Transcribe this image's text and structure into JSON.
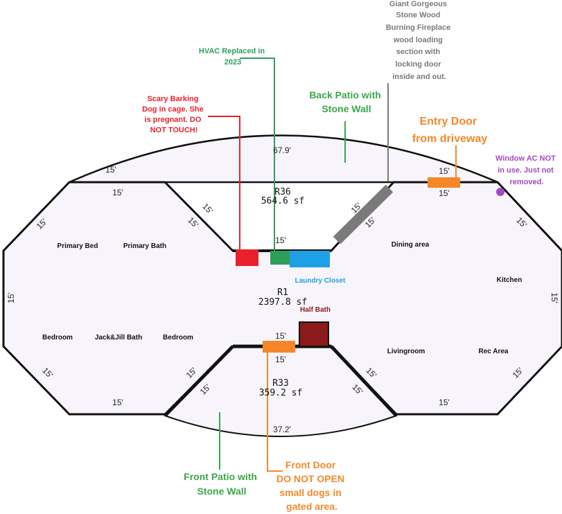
{
  "colors": {
    "red": "#e8202a",
    "hvac_green": "#2e9e5b",
    "blue": "#1ea0e6",
    "gray": "#7a7a7a",
    "orange": "#f5872a",
    "purple": "#a24bbf",
    "maroon": "#8b1a1a",
    "patio_green": "#3aa64a"
  },
  "rooms": {
    "r36": {
      "code": "R36",
      "area": "564.6 sf"
    },
    "r1": {
      "code": "R1",
      "area": "2397.8 sf"
    },
    "r33": {
      "code": "R33",
      "area": "359.2 sf"
    }
  },
  "dimensions": {
    "back_arc": "67.9'",
    "front_arc": "37.2'",
    "segment": "15'"
  },
  "room_labels": {
    "primary_bed": "Primary Bed",
    "primary_bath": "Primary Bath",
    "bedroom_left": "Bedroom",
    "jack_jill_bath": "Jack&Jill Bath",
    "bedroom_right": "Bedroom",
    "dining_area": "Dining area",
    "kitchen": "Kitchen",
    "livingroom": "Livingroom",
    "rec_area": "Rec Area",
    "laundry_closet": "Laundry Closet",
    "half_bath": "Half Bath"
  },
  "annotations": {
    "fireplace": [
      "Giant Gorgeous",
      "Stone Wood",
      "Burning Fireplace",
      "wood loading",
      "section with",
      "locking door",
      "inside and out."
    ],
    "hvac": [
      "HVAC Replaced in",
      "2023"
    ],
    "dog": [
      "Scary Barking",
      "Dog in cage. She",
      "is pregnant. DO",
      "NOT TOUCH!"
    ],
    "back_patio": [
      "Back Patio with",
      "Stone Wall"
    ],
    "entry_door": [
      "Entry Door",
      "from driveway"
    ],
    "window_ac": [
      "Window AC NOT",
      "in use. Just not",
      "removed."
    ],
    "front_patio": [
      "Front Patio with",
      "Stone Wall"
    ],
    "front_door": [
      "Front Door",
      "DO NOT OPEN",
      "small dogs in",
      "gated area."
    ]
  }
}
